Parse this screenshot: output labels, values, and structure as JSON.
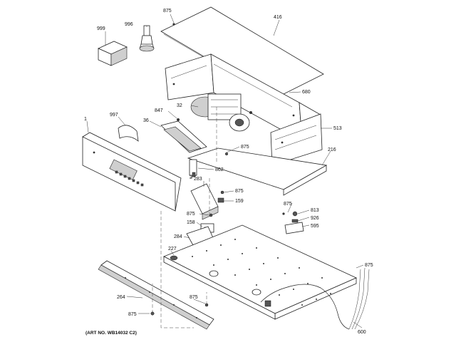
{
  "labels": {
    "l999": "999",
    "l996": "996",
    "l875a": "875",
    "l416": "416",
    "l680": "680",
    "l32": "32",
    "l847": "847",
    "l36": "36",
    "l997": "997",
    "l1": "1",
    "l513": "513",
    "l875b": "875",
    "l216": "216",
    "l862": "862",
    "l3": "3",
    "l283": "283",
    "l875c": "875",
    "l159": "159",
    "l875d": "875",
    "l158": "158",
    "l875e": "875",
    "l813": "813",
    "l926": "926",
    "l595": "595",
    "l284": "284",
    "l227": "227",
    "l875f": "875",
    "l264": "264",
    "l875g": "875",
    "l875h": "875",
    "l600": "600"
  },
  "art_number": "(ART NO. WB14032 C2)"
}
